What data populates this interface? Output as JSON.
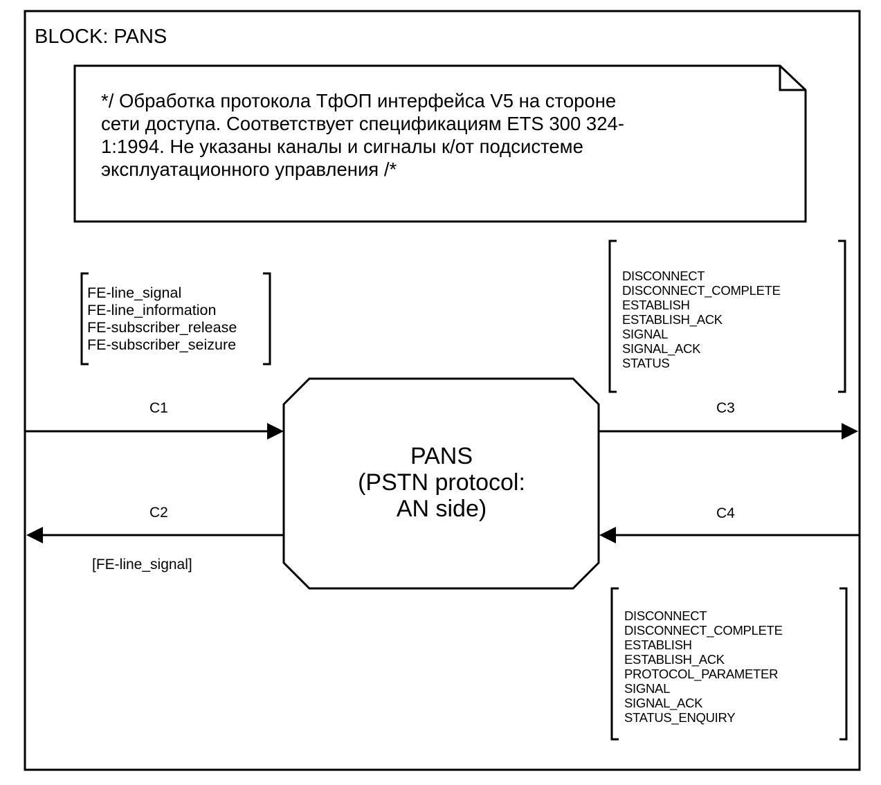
{
  "block": {
    "title": "BLOCK: PANS"
  },
  "comment": {
    "text": "*/ Обработка протокола ТфОП интерфейса V5 на стороне\nсети доступа. Соответствует спецификациям ETS 300 324-\n1:1994. Не указаны каналы и сигналы к/от подсистеме\nэксплуатационного управления /*"
  },
  "process": {
    "label": "PANS\n(PSTN protocol:\nAN side)"
  },
  "channels": {
    "c1": {
      "name": "C1",
      "signals": "FE-line_signal\nFE-line_information\nFE-subscriber_release\nFE-subscriber_seizure"
    },
    "c2": {
      "name": "C2",
      "signals": "[FE-line_signal]"
    },
    "c3": {
      "name": "C3",
      "signals": "DISCONNECT\nDISCONNECT_COMPLETE\nESTABLISH\nESTABLISH_ACK\nSIGNAL\nSIGNAL_ACK\nSTATUS"
    },
    "c4": {
      "name": "C4",
      "signals": "DISCONNECT\nDISCONNECT_COMPLETE\nESTABLISH\nESTABLISH_ACK\nPROTOCOL_PARAMETER\nSIGNAL\nSIGNAL_ACK\nSTATUS_ENQUIRY"
    }
  }
}
